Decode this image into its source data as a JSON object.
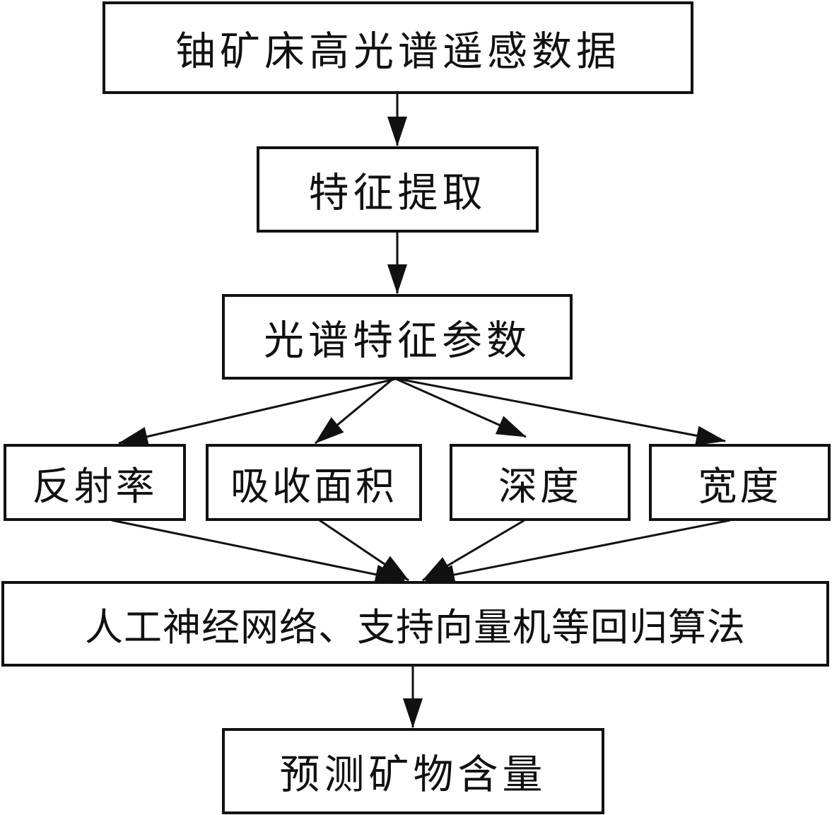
{
  "diagram": {
    "nodes": {
      "input": "铀矿床高光谱遥感数据",
      "extract": "特征提取",
      "params": "光谱特征参数",
      "reflectance": "反射率",
      "absorption_area": "吸收面积",
      "depth": "深度",
      "width": "宽度",
      "regression": "人工神经网络、支持向量机等回归算法",
      "output": "预测矿物含量"
    },
    "edges": [
      [
        "input",
        "extract"
      ],
      [
        "extract",
        "params"
      ],
      [
        "params",
        "reflectance"
      ],
      [
        "params",
        "absorption_area"
      ],
      [
        "params",
        "depth"
      ],
      [
        "params",
        "width"
      ],
      [
        "reflectance",
        "regression"
      ],
      [
        "absorption_area",
        "regression"
      ],
      [
        "depth",
        "regression"
      ],
      [
        "width",
        "regression"
      ],
      [
        "regression",
        "output"
      ]
    ]
  }
}
